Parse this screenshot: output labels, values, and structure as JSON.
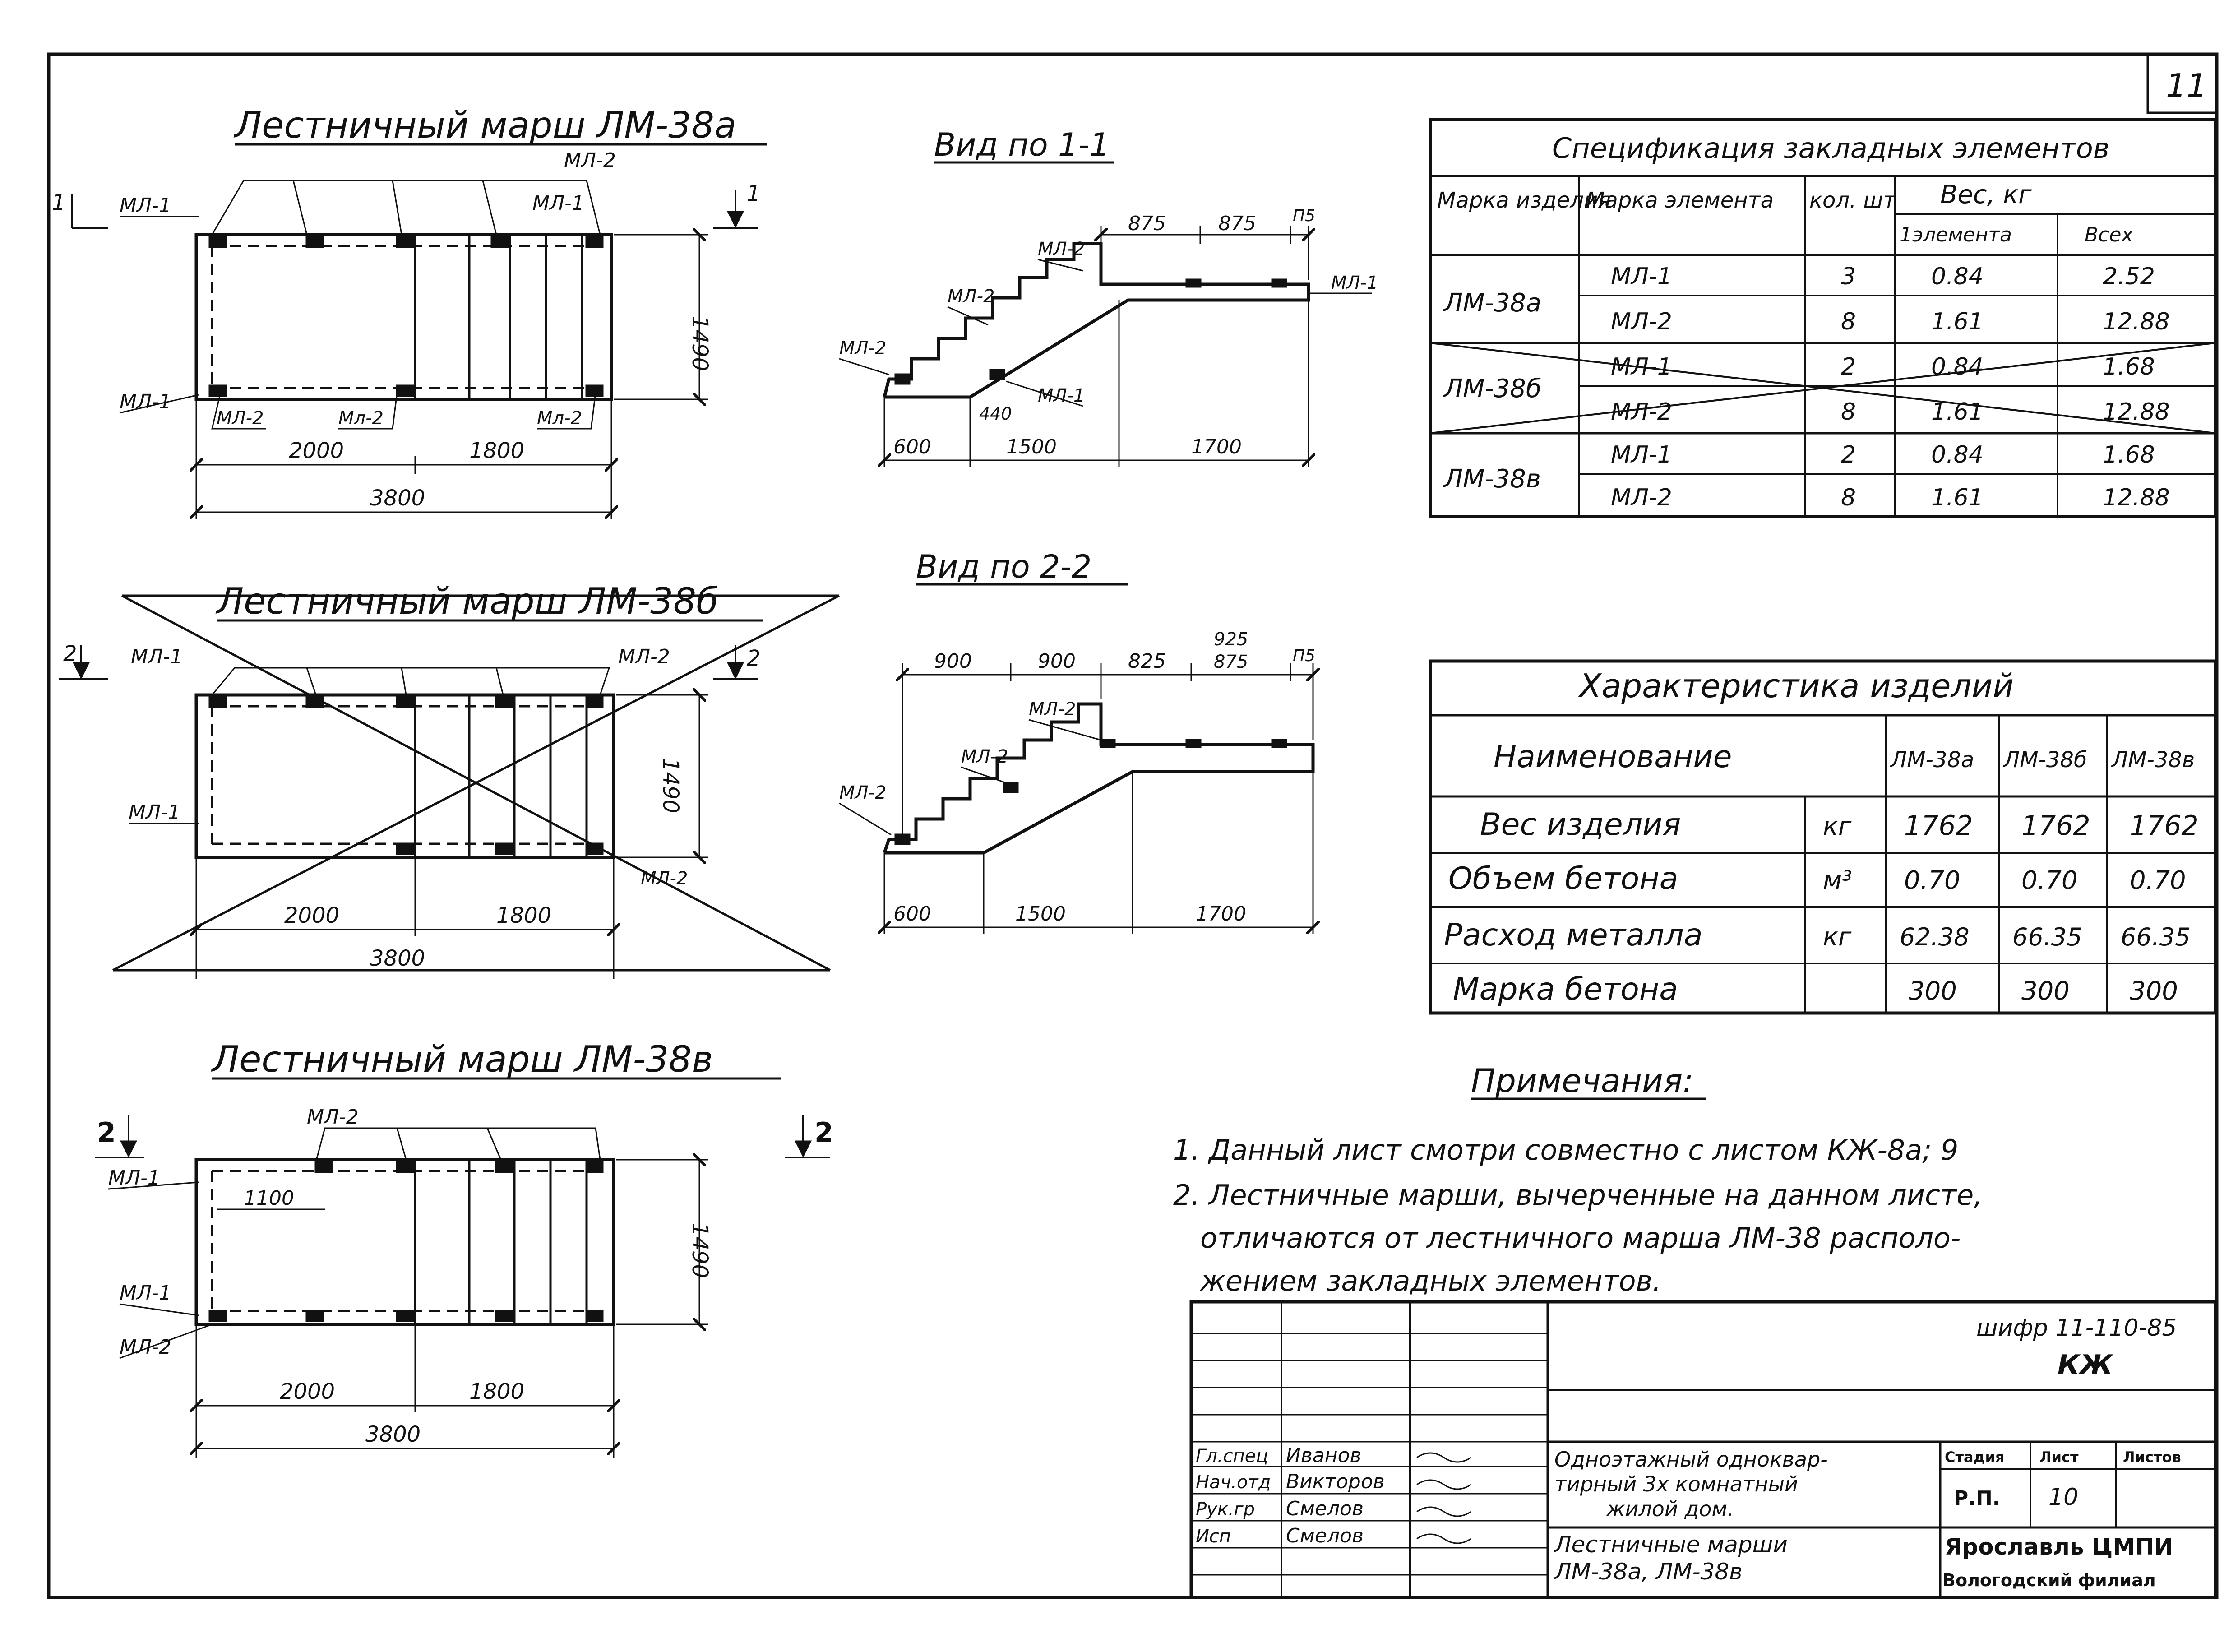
{
  "sheet_number": "11",
  "views": {
    "plan_a": {
      "title": "Лестничный марш ЛМ-38а",
      "marks": {
        "ml1_top": "МЛ-1",
        "ml2_top": "МЛ-2",
        "ml1_top_right": "МЛ-1",
        "ml1_bottom": "МЛ-1",
        "ml2_b1": "МЛ-2",
        "ml2_b2": "Мл-2",
        "ml2_b3": "Мл-2"
      },
      "section": "1",
      "dims": {
        "d1": "2000",
        "d2": "1800",
        "total": "3800",
        "width": "1490"
      }
    },
    "plan_b": {
      "title": "Лестничный марш ЛМ-38б",
      "marks": {
        "ml1_top": "МЛ-1",
        "ml2_top": "МЛ-2",
        "ml1_left": "МЛ-1",
        "ml2_right": "МЛ-2"
      },
      "section": "2",
      "dims": {
        "d1": "2000",
        "d2": "1800",
        "total": "3800",
        "width": "1490"
      }
    },
    "plan_c": {
      "title": "Лестничный марш ЛМ-38в",
      "marks": {
        "ml2_top": "МЛ-2",
        "ml1_a": "МЛ-1",
        "ml1_b": "МЛ-1",
        "ml2_b": "МЛ-2"
      },
      "section": "2",
      "dims": {
        "inner": "1100",
        "d1": "2000",
        "d2": "1800",
        "total": "3800",
        "width": "1490"
      }
    },
    "view_1": {
      "title": "Вид по 1-1",
      "marks": {
        "a": "МЛ-2",
        "b": "МЛ-2",
        "c": "МЛ-2",
        "d": "МЛ-1",
        "e": "МЛ-1"
      },
      "dims": {
        "t1": "875",
        "t2": "875",
        "t3": "П5",
        "b1": "600",
        "b2": "1500",
        "b3": "1700",
        "slope": "440"
      }
    },
    "view_2": {
      "title": "Вид по 2-2",
      "marks": {
        "a": "МЛ-2",
        "b": "МЛ-2",
        "c": "МЛ-2"
      },
      "dims": {
        "t1": "900",
        "t2": "900",
        "t3": "825",
        "t4a": "925",
        "t4b": "875",
        "t5": "П5",
        "b1": "600",
        "b2": "1500",
        "b3": "1700"
      }
    }
  },
  "spec_table": {
    "title": "Спецификация закладных элементов",
    "headers": {
      "item": "Марка изделия",
      "element": "Марка элемента",
      "qty": "кол. шт",
      "weight": "Вес, кг",
      "per": "1элемента",
      "all": "Всех"
    },
    "rows": [
      {
        "item": "ЛМ-38а",
        "element": "МЛ-1",
        "qty": "3",
        "per": "0.84",
        "all": "2.52"
      },
      {
        "item": "",
        "element": "МЛ-2",
        "qty": "8",
        "per": "1.61",
        "all": "12.88"
      },
      {
        "item": "ЛМ-38б",
        "element": "МЛ-1",
        "qty": "2",
        "per": "0.84",
        "all": "1.68"
      },
      {
        "item": "",
        "element": "МЛ-2",
        "qty": "8",
        "per": "1.61",
        "all": "12.88"
      },
      {
        "item": "ЛМ-38в",
        "element": "МЛ-1",
        "qty": "2",
        "per": "0.84",
        "all": "1.68"
      },
      {
        "item": "",
        "element": "МЛ-2",
        "qty": "8",
        "per": "1.61",
        "all": "12.88"
      }
    ]
  },
  "char_table": {
    "title": "Характеристика изделий",
    "headers": {
      "name": "Наименование",
      "c1": "ЛМ-38а",
      "c2": "ЛМ-38б",
      "c3": "ЛМ-38в"
    },
    "rows": [
      {
        "name": "Вес изделия",
        "unit": "кг",
        "v1": "1762",
        "v2": "1762",
        "v3": "1762"
      },
      {
        "name": "Объем бетона",
        "unit": "м³",
        "v1": "0.70",
        "v2": "0.70",
        "v3": "0.70"
      },
      {
        "name": "Расход металла",
        "unit": "кг",
        "v1": "62.38",
        "v2": "66.35",
        "v3": "66.35"
      },
      {
        "name": "Марка бетона",
        "unit": "",
        "v1": "300",
        "v2": "300",
        "v3": "300"
      }
    ]
  },
  "notes": {
    "title": "Примечания:",
    "n1": "1. Данный лист смотри совместно с листом КЖ-8а; 9",
    "n2a": "2. Лестничные марши, вычерченные на данном листе,",
    "n2b": "отличаются от лестничного марша ЛМ-38 располо-",
    "n2c": "жением закладных элементов."
  },
  "title_block": {
    "cipher": "шифр 11-110-85",
    "kzh": "КЖ",
    "roles": [
      {
        "role": "Гл.спец",
        "name": "Иванов"
      },
      {
        "role": "Нач.отд",
        "name": "Викторов"
      },
      {
        "role": "Рук.гр",
        "name": "Смелов"
      },
      {
        "role": "Исп",
        "name": "Смелов"
      }
    ],
    "project": [
      "Одноэтажный одноквар-",
      "тирный 3х комнатный",
      "жилой дом."
    ],
    "sheet_title": [
      "Лестничные марши",
      "ЛМ-38а, ЛМ-38в"
    ],
    "stage_h": "Стадия",
    "sheet_h": "Лист",
    "sheets_h": "Листов",
    "stage": "Р.П.",
    "sheet": "10",
    "org1": "Ярославль ЦМПИ",
    "org2": "Вологодский филиал"
  }
}
